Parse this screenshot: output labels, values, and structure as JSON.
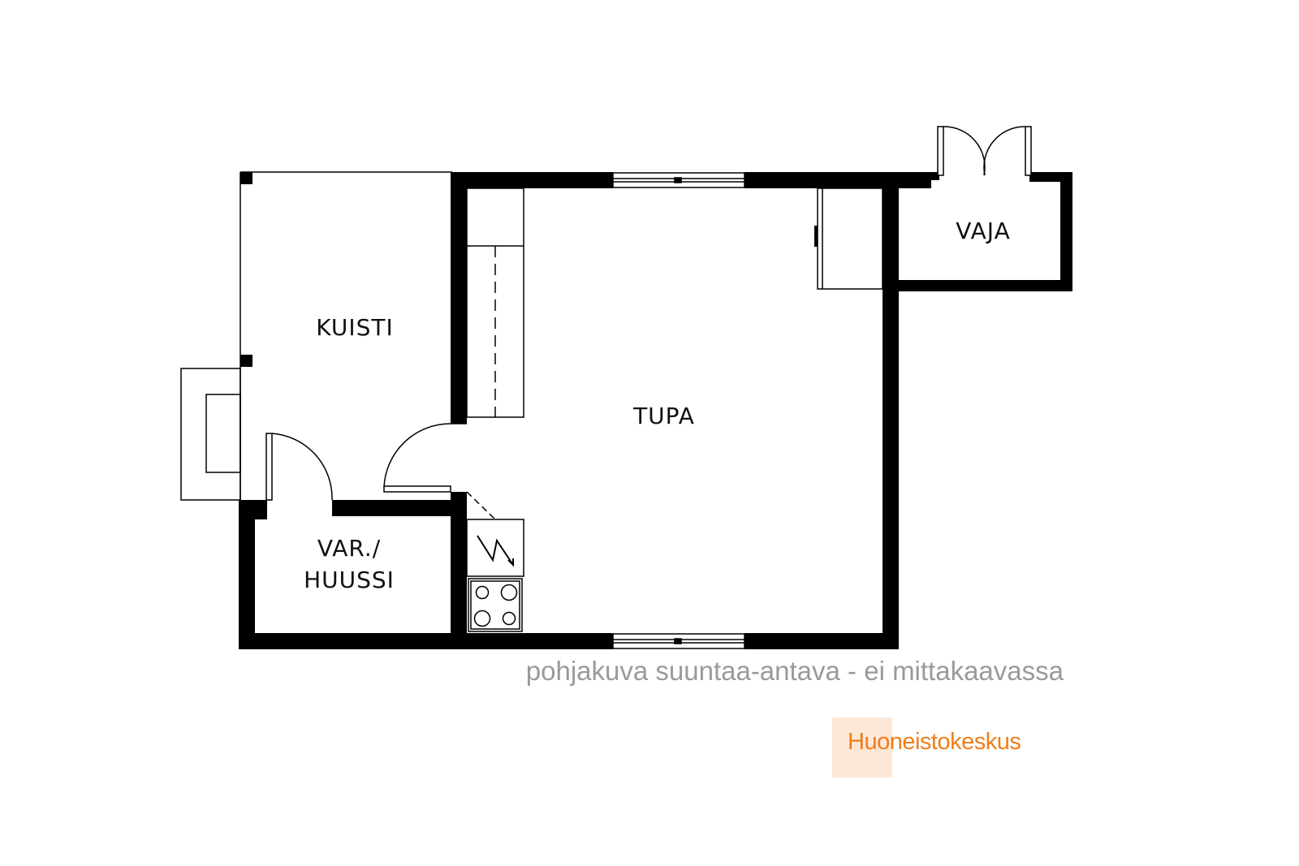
{
  "rooms": {
    "kuisti": "KUISTI",
    "tupa": "TUPA",
    "vaja": "VAJA",
    "var_line1": "VAR./",
    "var_line2": "HUUSSI"
  },
  "caption": "pohjakuva suuntaa-antava - ei mittakaavassa",
  "brand": {
    "name": "Huoneistokeskus",
    "color": "#f07d1a",
    "box_color": "#fde8d8"
  },
  "colors": {
    "wall": "#000000",
    "caption": "#9a9a9a"
  }
}
